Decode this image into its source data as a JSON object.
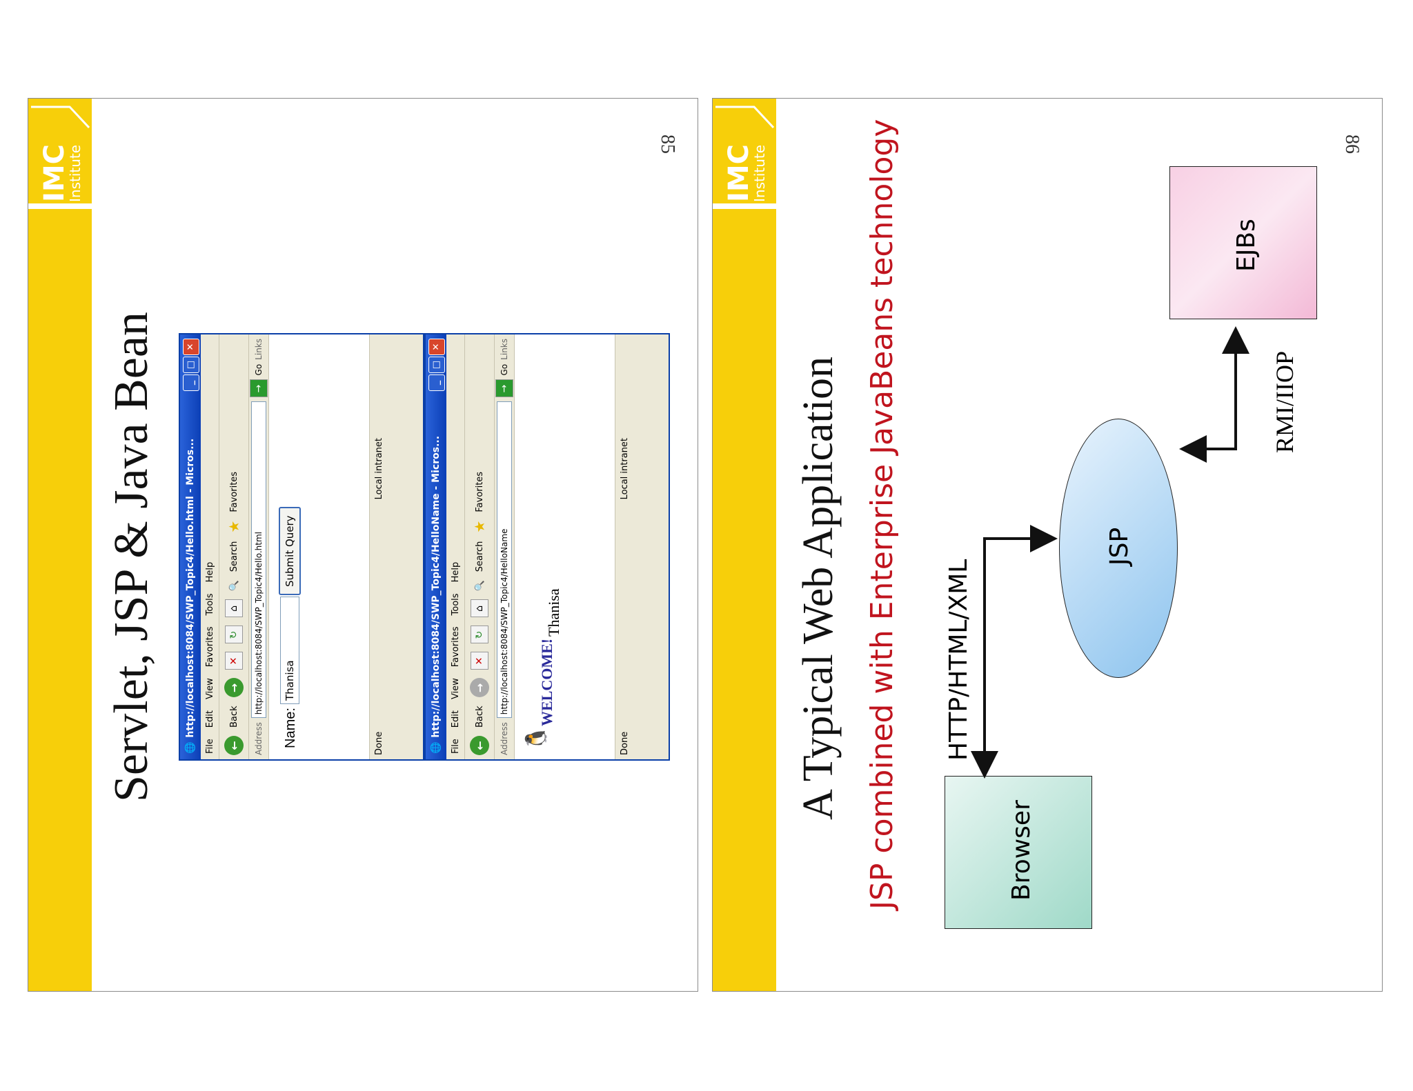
{
  "slides": [
    {
      "number": "85",
      "title": "Servlet, JSP & Java Bean",
      "logo": {
        "main": "IMC",
        "sub": "Institute"
      },
      "browser1": {
        "title": "http://localhost:8084/SWP_Topic4/Hello.html - Micros...",
        "menu": [
          "File",
          "Edit",
          "View",
          "Favorites",
          "Tools",
          "Help"
        ],
        "toolbar": {
          "back": "Back",
          "search": "Search",
          "favorites": "Favorites"
        },
        "address_label": "Address",
        "address": "http://localhost:8084/SWP_Topic4/Hello.html",
        "go": "Go",
        "links": "Links",
        "form": {
          "label": "Name:",
          "value": "Thanisa",
          "submit": "Submit Query"
        },
        "status": {
          "left": "Done",
          "zone": "Local intranet"
        }
      },
      "browser2": {
        "title": "http://localhost:8084/SWP_Topic4/HelloName - Micros...",
        "menu": [
          "File",
          "Edit",
          "View",
          "Favorites",
          "Tools",
          "Help"
        ],
        "toolbar": {
          "back": "Back",
          "search": "Search",
          "favorites": "Favorites"
        },
        "address_label": "Address",
        "address": "http://localhost:8084/SWP_Topic4/HelloName",
        "go": "Go",
        "links": "Links",
        "welcome": "WELCOME!",
        "name": "Thanisa",
        "status": {
          "left": "Done",
          "zone": "Local intranet"
        }
      }
    },
    {
      "number": "86",
      "title": "A Typical Web Application",
      "subtitle": "JSP combined with Enterprise JavaBeans technology",
      "logo": {
        "main": "IMC",
        "sub": "Institute"
      },
      "diagram": {
        "nodes": {
          "browser": "Browser",
          "jsp": "JSP",
          "ejbs": "EJBs"
        },
        "edges": {
          "browser_jsp": "HTTP/HTML/XML",
          "jsp_ejbs": "RMI/IIOP"
        }
      }
    }
  ]
}
